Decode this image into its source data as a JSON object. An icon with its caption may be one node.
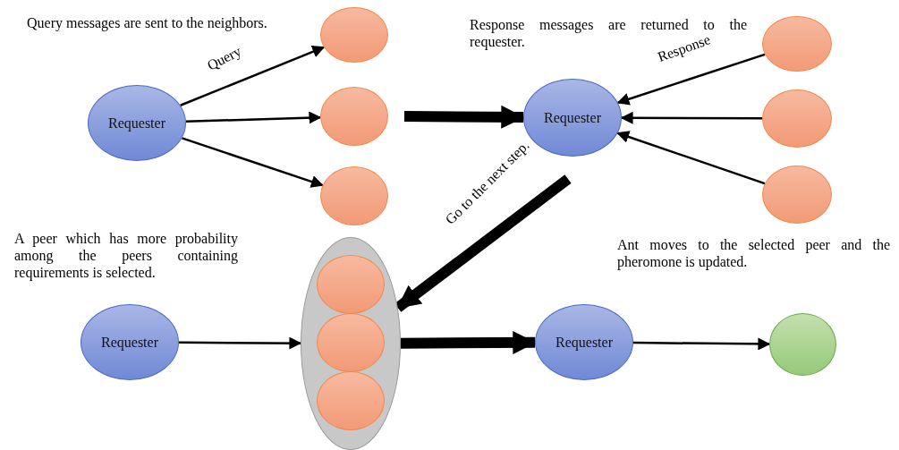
{
  "diagram": {
    "nodes": [
      {
        "text": [
          "Requester"
        ]
      },
      {
        "text": [],
        "shape": "circle"
      },
      {
        "text": [],
        "shape": "circle"
      },
      {
        "text": [],
        "shape": "circle"
      },
      {
        "text": [
          "Requester"
        ]
      },
      {
        "text": [],
        "shape": "circle"
      },
      {
        "text": [],
        "shape": "circle"
      },
      {
        "text": [],
        "shape": "circle"
      },
      {
        "text": [],
        "shape": "ellipse"
      },
      {
        "text": [],
        "shape": "circle",
        "in": 8
      },
      {
        "text": [],
        "shape": "circle",
        "in": 8
      },
      {
        "text": [],
        "shape": "circle",
        "in": 8
      },
      {
        "text": [
          "Requester"
        ]
      },
      {
        "text": [
          "Requester"
        ]
      },
      {
        "text": [],
        "shape": "circle"
      }
    ],
    "edges": [
      {
        "from": 0,
        "to": 1,
        "arrow": "to",
        "label": "Query"
      },
      {
        "from": 0,
        "to": 2,
        "arrow": "to"
      },
      {
        "from": 0,
        "to": 3,
        "arrow": "to"
      },
      {
        "from": 5,
        "to": 4,
        "arrow": "to",
        "label": "Response"
      },
      {
        "from": 6,
        "to": 4,
        "arrow": "to"
      },
      {
        "from": 7,
        "to": 4,
        "arrow": "to"
      },
      {
        "from": 12,
        "to": 8,
        "arrow": "to"
      },
      {
        "from": 13,
        "to": 14,
        "arrow": "to"
      },
      {
        "from": null,
        "to": 4,
        "arrow": "to",
        "style": "thick"
      },
      {
        "from": null,
        "to": 8,
        "arrow": "to",
        "style": "thick",
        "label": "Go to the next step."
      },
      {
        "from": 8,
        "to": 13,
        "arrow": "to",
        "style": "thick"
      }
    ],
    "labels": [
      "Query messages are sent to the neighbors.",
      "Response messages are returned to the requester.",
      "A peer which has more probability among the peers containing requirements is selected.",
      "Ant moves to the selected peer and the pheromone is updated."
    ]
  }
}
